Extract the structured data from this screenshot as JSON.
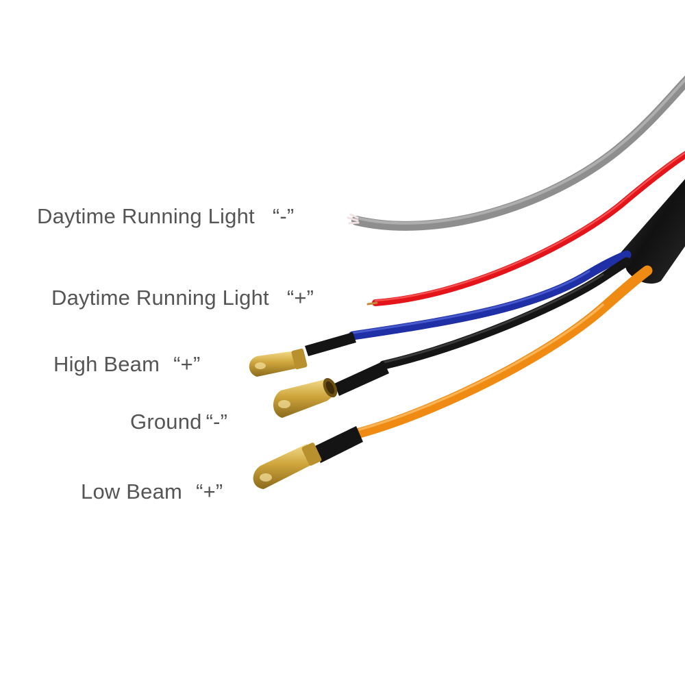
{
  "labels": {
    "drl_negative": {
      "text": "Daytime Running Light",
      "polarity": "“-”"
    },
    "drl_positive": {
      "text": "Daytime Running Light",
      "polarity": "“+”"
    },
    "high_beam": {
      "text": "High Beam",
      "polarity": "“+”"
    },
    "ground": {
      "text": "Ground",
      "polarity": "“-”"
    },
    "low_beam": {
      "text": "Low Beam",
      "polarity": "“+”"
    }
  },
  "colors": {
    "wire_gray": "#8e8e8e",
    "wire_red": "#e3151a",
    "wire_blue": "#1f2fa6",
    "wire_black": "#151515",
    "wire_orange": "#ef8a12",
    "sheath": "#1a1a1a",
    "brass": "#c9a23a",
    "label_text": "#555555"
  }
}
